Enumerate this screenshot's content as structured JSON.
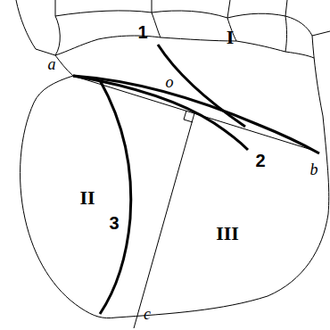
{
  "diagram": {
    "labels": [
      "1",
      "I",
      "a",
      "o",
      "b",
      "2",
      "II",
      "3",
      "III",
      "c"
    ]
  }
}
